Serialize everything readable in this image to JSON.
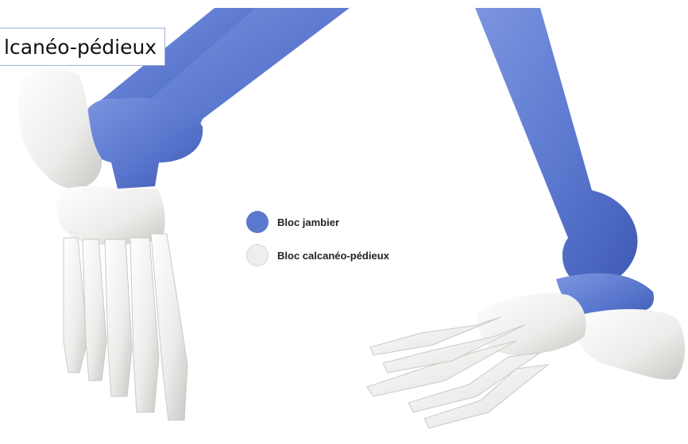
{
  "title": "lcanéo-pédieux",
  "legend": {
    "items": [
      {
        "label": "Bloc jambier",
        "color": "#5b78cf"
      },
      {
        "label": "Bloc calcanéo-pédieux",
        "color": "#eeeeef"
      }
    ]
  },
  "colors": {
    "bone_white": "#f2f2f0",
    "bone_shade": "#c9c9c6",
    "bone_blue": "#5b78cf",
    "bone_blue_shade": "#3f5cb6"
  }
}
